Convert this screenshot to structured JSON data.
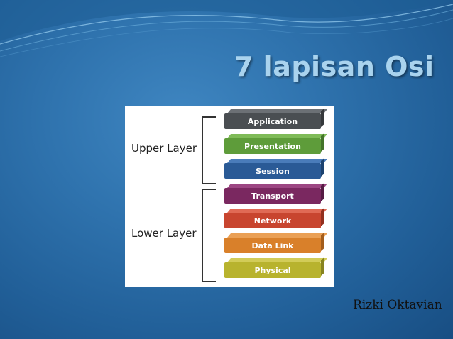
{
  "slide": {
    "title": "7 lapisan Osi",
    "author": "Rizki Oktavian"
  },
  "diagram": {
    "groups": [
      {
        "label": "Upper Layer"
      },
      {
        "label": "Lower Layer"
      }
    ],
    "layers": [
      {
        "name": "Application",
        "color": "#4a4e52"
      },
      {
        "name": "Presentation",
        "color": "#5e9c3a"
      },
      {
        "name": "Session",
        "color": "#2a5a96"
      },
      {
        "name": "Transport",
        "color": "#7a2860"
      },
      {
        "name": "Network",
        "color": "#c8452f"
      },
      {
        "name": "Data Link",
        "color": "#d9802a"
      },
      {
        "name": "Physical",
        "color": "#b8b32e"
      }
    ]
  },
  "colors": {
    "background": "#2f73ae",
    "title": "#a9d3ee"
  }
}
